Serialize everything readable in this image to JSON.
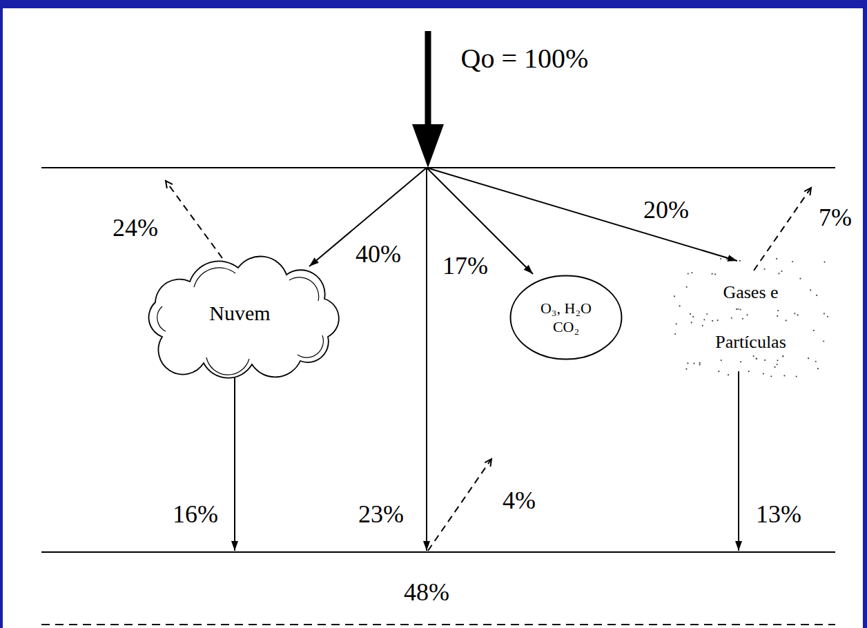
{
  "diagram": {
    "nodes": [
      {
        "text": [
          "Nuvem"
        ]
      },
      {
        "text": [
          "O₃, H₂O CO₂"
        ]
      },
      {
        "text": [
          "Gases e Partículas"
        ]
      }
    ],
    "labels": [
      "Qo = 100%",
      "24%",
      "40%",
      "17%",
      "20%",
      "7%",
      "16%",
      "23%",
      "4%",
      "13%",
      "48%"
    ]
  }
}
